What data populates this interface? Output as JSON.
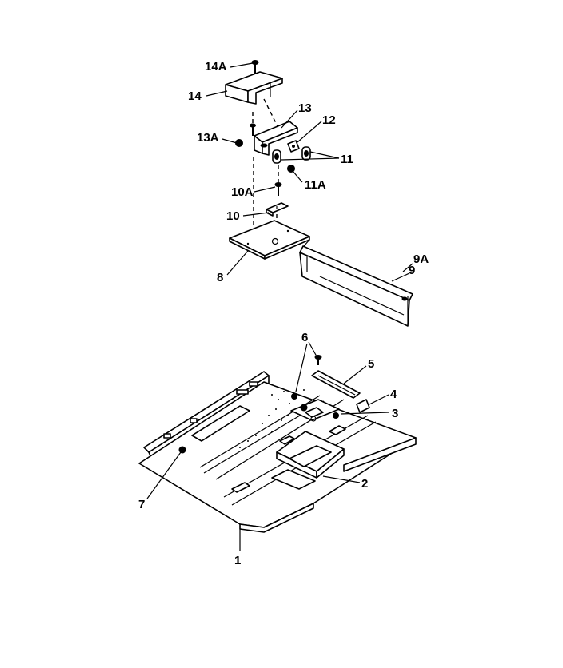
{
  "diagram": {
    "labels": [
      {
        "id": "14A",
        "text": "14A"
      },
      {
        "id": "14",
        "text": "14"
      },
      {
        "id": "13",
        "text": "13"
      },
      {
        "id": "12",
        "text": "12"
      },
      {
        "id": "13A",
        "text": "13A"
      },
      {
        "id": "11",
        "text": "11"
      },
      {
        "id": "11A",
        "text": "11A"
      },
      {
        "id": "10A",
        "text": "10A"
      },
      {
        "id": "10",
        "text": "10"
      },
      {
        "id": "9A",
        "text": "9A"
      },
      {
        "id": "9",
        "text": "9"
      },
      {
        "id": "8",
        "text": "8"
      },
      {
        "id": "6",
        "text": "6"
      },
      {
        "id": "5",
        "text": "5"
      },
      {
        "id": "4",
        "text": "4"
      },
      {
        "id": "3",
        "text": "3"
      },
      {
        "id": "2",
        "text": "2"
      },
      {
        "id": "7",
        "text": "7"
      },
      {
        "id": "1",
        "text": "1"
      }
    ]
  }
}
